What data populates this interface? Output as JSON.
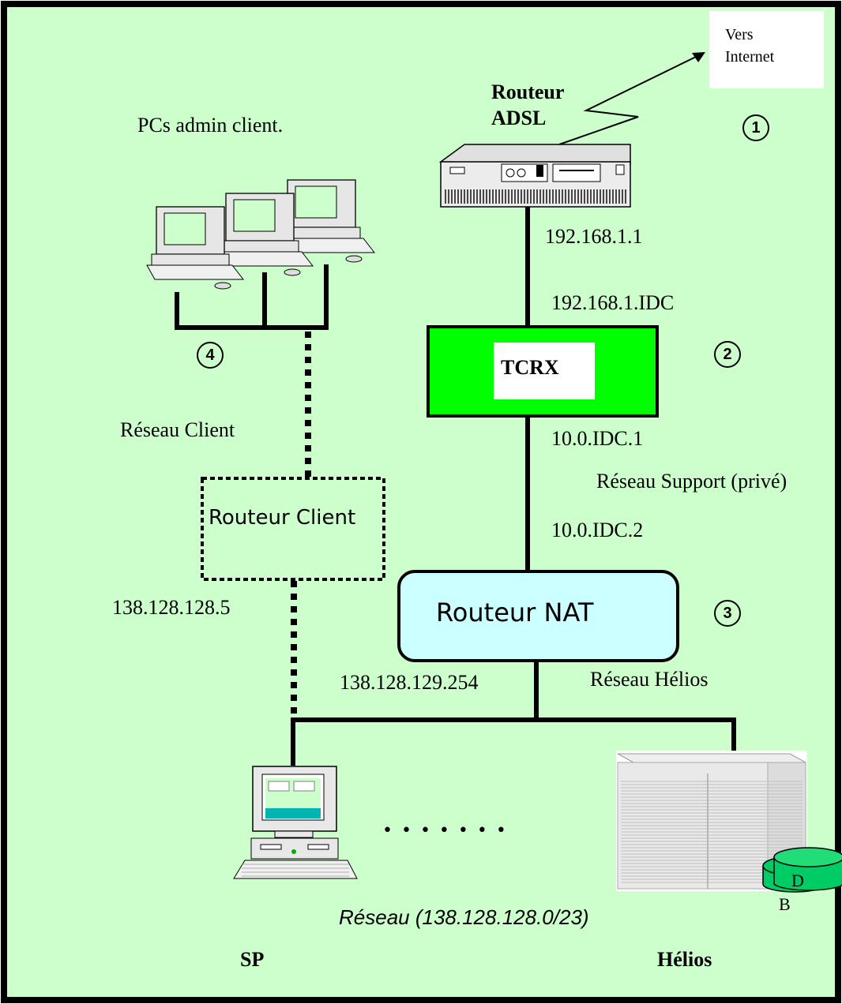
{
  "diagram": {
    "internet": {
      "line1": "Vers",
      "line2": "Internet"
    },
    "router_adsl": {
      "line1": "Routeur",
      "line2": "ADSL",
      "ip": "192.168.1.1"
    },
    "pcs_admin": {
      "label": "PCs admin client."
    },
    "tcrx": {
      "label": "TCRX",
      "ip_in": "192.168.1.IDC",
      "ip_out": "10.0.IDC.1"
    },
    "support_network": {
      "label": "Réseau Support (privé)"
    },
    "nat_router": {
      "label": "Routeur NAT",
      "ip_in": "10.0.IDC.2",
      "ip_out": "138.128.129.254"
    },
    "client_network": {
      "label": "Réseau Client"
    },
    "client_router": {
      "label": "Routeur Client",
      "ip": "138.128.128.5"
    },
    "helios_network": {
      "label": "Réseau Hélios"
    },
    "main_network": {
      "label": "Réseau (138.128.128.0/23)"
    },
    "ellipsis": "• • • • • • •",
    "sp": {
      "label": "SP"
    },
    "helios": {
      "label": "Hélios"
    },
    "db": {
      "line1": "D",
      "line2": "B"
    },
    "markers": [
      "1",
      "2",
      "3",
      "4"
    ]
  },
  "colors": {
    "background": "#ccffcc",
    "tcrx_fill": "#00ff00",
    "nat_fill": "#ccffff",
    "db_fill": "#00cc66"
  }
}
